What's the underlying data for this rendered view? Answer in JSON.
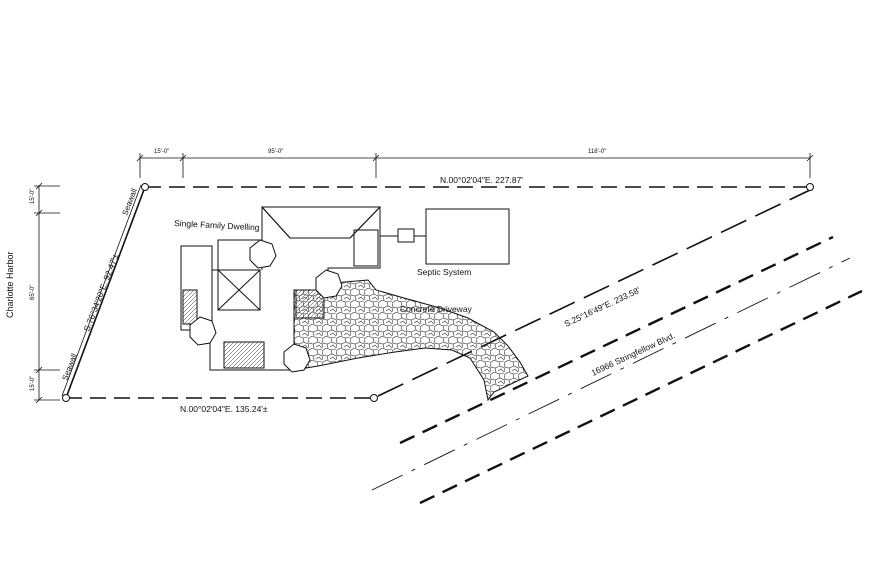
{
  "labels": {
    "top_bearing": "N.00°02'04\"E.  227.87'",
    "bottom_bearing": "N.00°02'04\"E.  135.24'±",
    "left_bearing": "S.76°34'20\"E.  92.47'±",
    "diagonal_bearing": "S.25°16'49\"E.  233.58'",
    "road_name": "16966 Stringfellow Blvd.",
    "water_body": "Charlotte Harbor",
    "seawall_top": "Seawall",
    "seawall_bottom": "Seawall",
    "dwelling": "Single Family Dwelling",
    "septic": "Septic System",
    "driveway": "Concrete Driveway"
  },
  "dimensions": {
    "top_1": "15'-0\"",
    "top_2": "95'-0\"",
    "top_3": "118'-0\"",
    "left_1": "15'-0\"",
    "left_2": "65'-0\"",
    "left_3": "15'-0\""
  }
}
